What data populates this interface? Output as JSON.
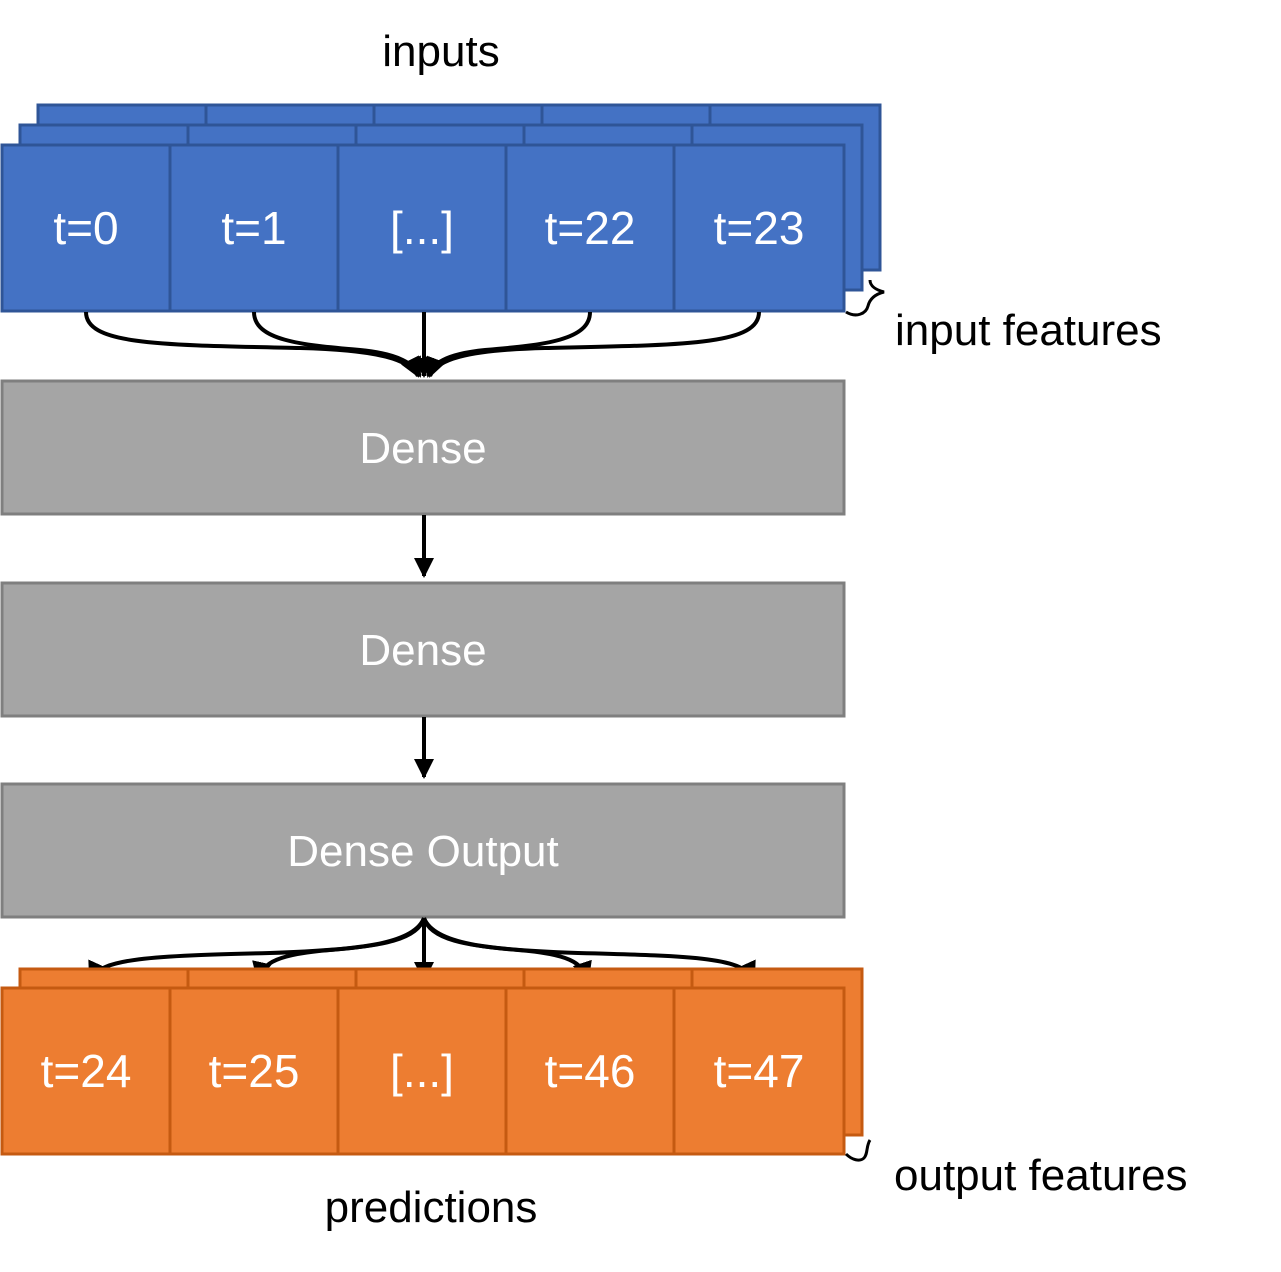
{
  "title": "inputs",
  "bottom_title": "predictions",
  "input_features_label": "input features",
  "output_features_label": "output features",
  "input_cells": [
    "t=0",
    "t=1",
    "[...]",
    "t=22",
    "t=23"
  ],
  "output_cells": [
    "t=24",
    "t=25",
    "[...]",
    "t=46",
    "t=47"
  ],
  "layers": [
    "Dense",
    "Dense",
    "Dense Output"
  ],
  "colors": {
    "input_fill": "#4472C4",
    "input_border": "#2F5597",
    "output_fill": "#ED7D31",
    "output_border": "#C55A11",
    "layer_fill": "#A5A5A5",
    "layer_border": "#7F7F7F"
  }
}
